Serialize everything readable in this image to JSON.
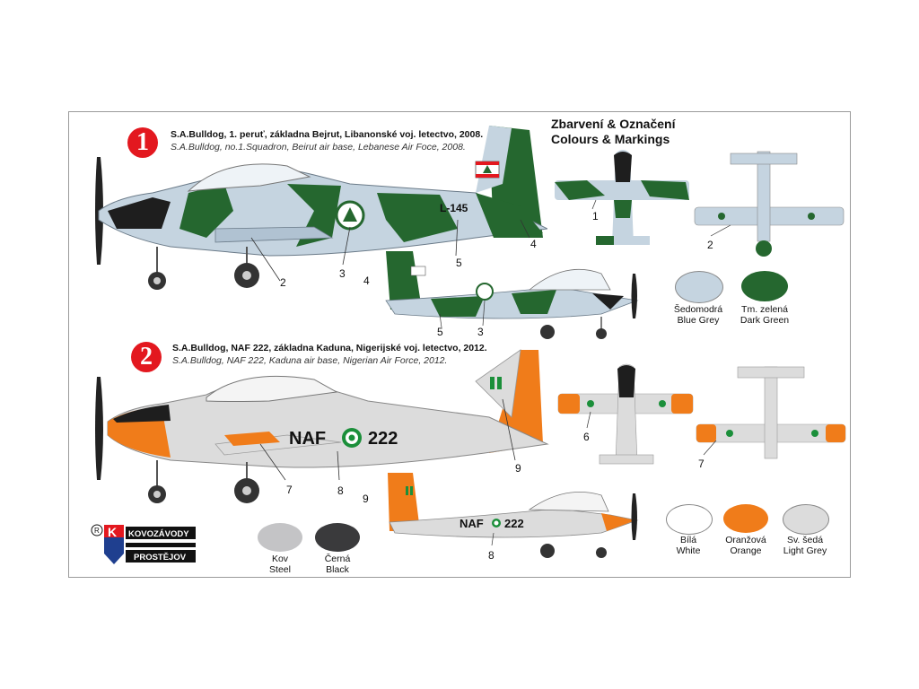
{
  "heading": {
    "line1": "Zbarvení & Označení",
    "line2": "Colours & Markings"
  },
  "schemes": [
    {
      "number": "1",
      "title_cz": "S.A.Bulldog, 1. peruť, základna Bejrut, Libanonské voj. letectvo, 2008.",
      "title_en": "S.A.Bulldog, no.1.Squadron, Beirut air base, Lebanese Air Foce, 2008.",
      "serial": "L-145",
      "callouts": [
        "1",
        "2",
        "3",
        "4",
        "5"
      ]
    },
    {
      "number": "2",
      "title_cz": "S.A.Bulldog, NAF 222, základna Kaduna, Nigerijské voj. letectvo, 2012.",
      "title_en": "S.A.Bulldog, NAF 222,  Kaduna air base, Nigerian Air Force, 2012.",
      "serial_prefix": "NAF",
      "serial_number": "222",
      "callouts": [
        "6",
        "7",
        "8",
        "9"
      ]
    }
  ],
  "extra_callouts": {
    "c4b": "4",
    "c5b": "5",
    "c3b": "3",
    "c2b": "2",
    "c1b": "1",
    "c8b": "8",
    "c9b": "9",
    "c6": "6",
    "c7b": "7"
  },
  "swatches": [
    {
      "cz": "Šedomodrá",
      "en": "Blue Grey",
      "color": "#c5d4e0"
    },
    {
      "cz": "Tm. zelená",
      "en": "Dark Green",
      "color": "#25672f"
    },
    {
      "cz": "Bílá",
      "en": "White",
      "color": "#ffffff"
    },
    {
      "cz": "Oranžová",
      "en": "Orange",
      "color": "#f07c1a"
    },
    {
      "cz": "Sv. šedá",
      "en": "Light Grey",
      "color": "#dcdcdc"
    },
    {
      "cz": "Kov",
      "en": "Steel",
      "color": "#c4c4c6"
    },
    {
      "cz": "Černá",
      "en": "Black",
      "color": "#3a3a3c"
    }
  ],
  "logo": {
    "line1": "KOVOZÁVODY",
    "line2": "PROSTĚJOV",
    "registered": "R",
    "initial": "K"
  },
  "colors": {
    "badge": "#e3181f",
    "blue_grey": "#c5d4e0",
    "dark_green": "#25672f",
    "orange": "#f07c1a",
    "light_grey": "#dcdcdc",
    "black": "#1e1e1e",
    "nigeria_green": "#1b8f3a"
  }
}
